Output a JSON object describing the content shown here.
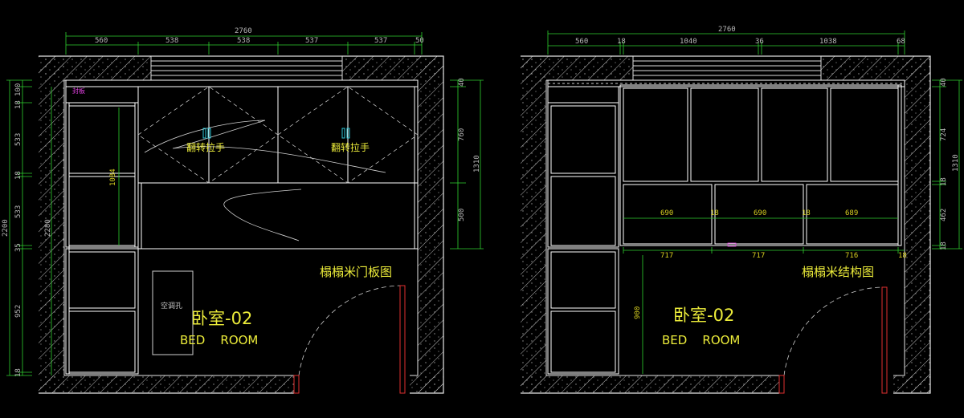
{
  "colors": {
    "background": "#000000",
    "wall": "#e6e6e6",
    "hatch": "#bdbdbd",
    "cabinet": "#ffffff",
    "dimension": "#2fd12f",
    "dimension_text": "#bcbcbc",
    "dimension_text_yellow": "#d8d020",
    "label": "#ecec3a",
    "handle": "#2ec9d9",
    "door_frame": "#e03030",
    "magenta": "#e040e0",
    "muted_text": "#c8c8c8"
  },
  "left": {
    "title": "榻榻米门板图",
    "room_name": "卧室-02",
    "room_en": "BED    ROOM",
    "top_total": "2760",
    "top_segments": [
      "560",
      "538",
      "538",
      "537",
      "537",
      "50"
    ],
    "left_total": "2200",
    "left_inner": "2280",
    "left_segments": [
      "100",
      "18",
      "533",
      "18",
      "533",
      "35",
      "952",
      "18"
    ],
    "right_total": "1310",
    "right_segments": [
      "40",
      "760",
      "500"
    ],
    "handle_label_1": "翻转拉手",
    "handle_label_2": "翻转拉手",
    "vertical_dim": "1084",
    "ac_hole": "空调孔",
    "small_label": "封板"
  },
  "right": {
    "title": "榻榻米结构图",
    "room_name": "卧室-02",
    "room_en": "BED    ROOM",
    "top_total": "2760",
    "top_segments": [
      "560",
      "18",
      "1040",
      "36",
      "1038",
      "68"
    ],
    "right_total": "1310",
    "right_segments": [
      "40",
      "724",
      "18",
      "462",
      "18"
    ],
    "drawer_widths": [
      "690",
      "18",
      "690",
      "18",
      "689"
    ],
    "bottom_widths": [
      "717",
      "717",
      "716",
      "18"
    ],
    "height_dim": "900"
  }
}
